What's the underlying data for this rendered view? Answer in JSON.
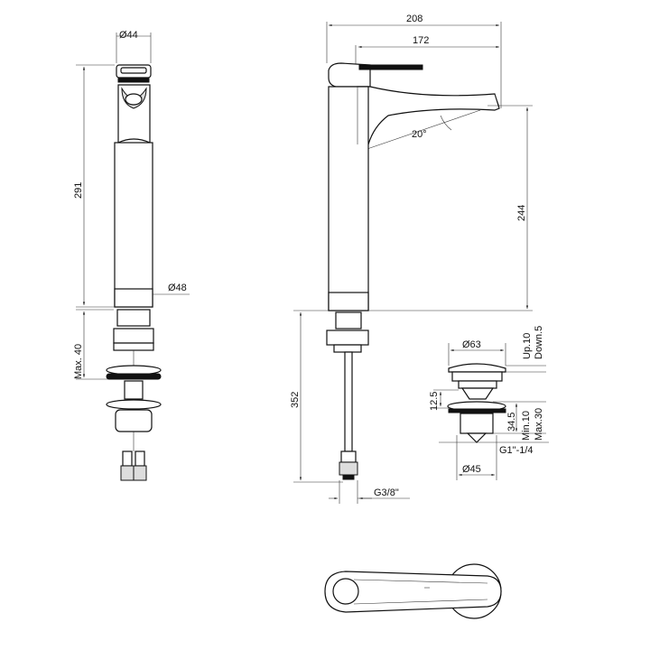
{
  "dimensions": {
    "side_top_diameter": "Ø44",
    "side_body_diameter": "Ø48",
    "side_height": "291",
    "side_max": "Max. 40",
    "front_width": "208",
    "front_spout": "172",
    "front_angle": "20°",
    "front_outlet_height": "244",
    "front_total_height": "352",
    "front_connection": "G3/8\"",
    "waste_head_diameter": "Ø63",
    "waste_up": "Up.10",
    "waste_down": "Down.5",
    "waste_12_5": "12.5",
    "waste_34_5": "34.5",
    "waste_min": "Min.10",
    "waste_max": "Max.30",
    "waste_thread": "G1\"-1/4",
    "waste_base_diameter": "Ø45"
  }
}
